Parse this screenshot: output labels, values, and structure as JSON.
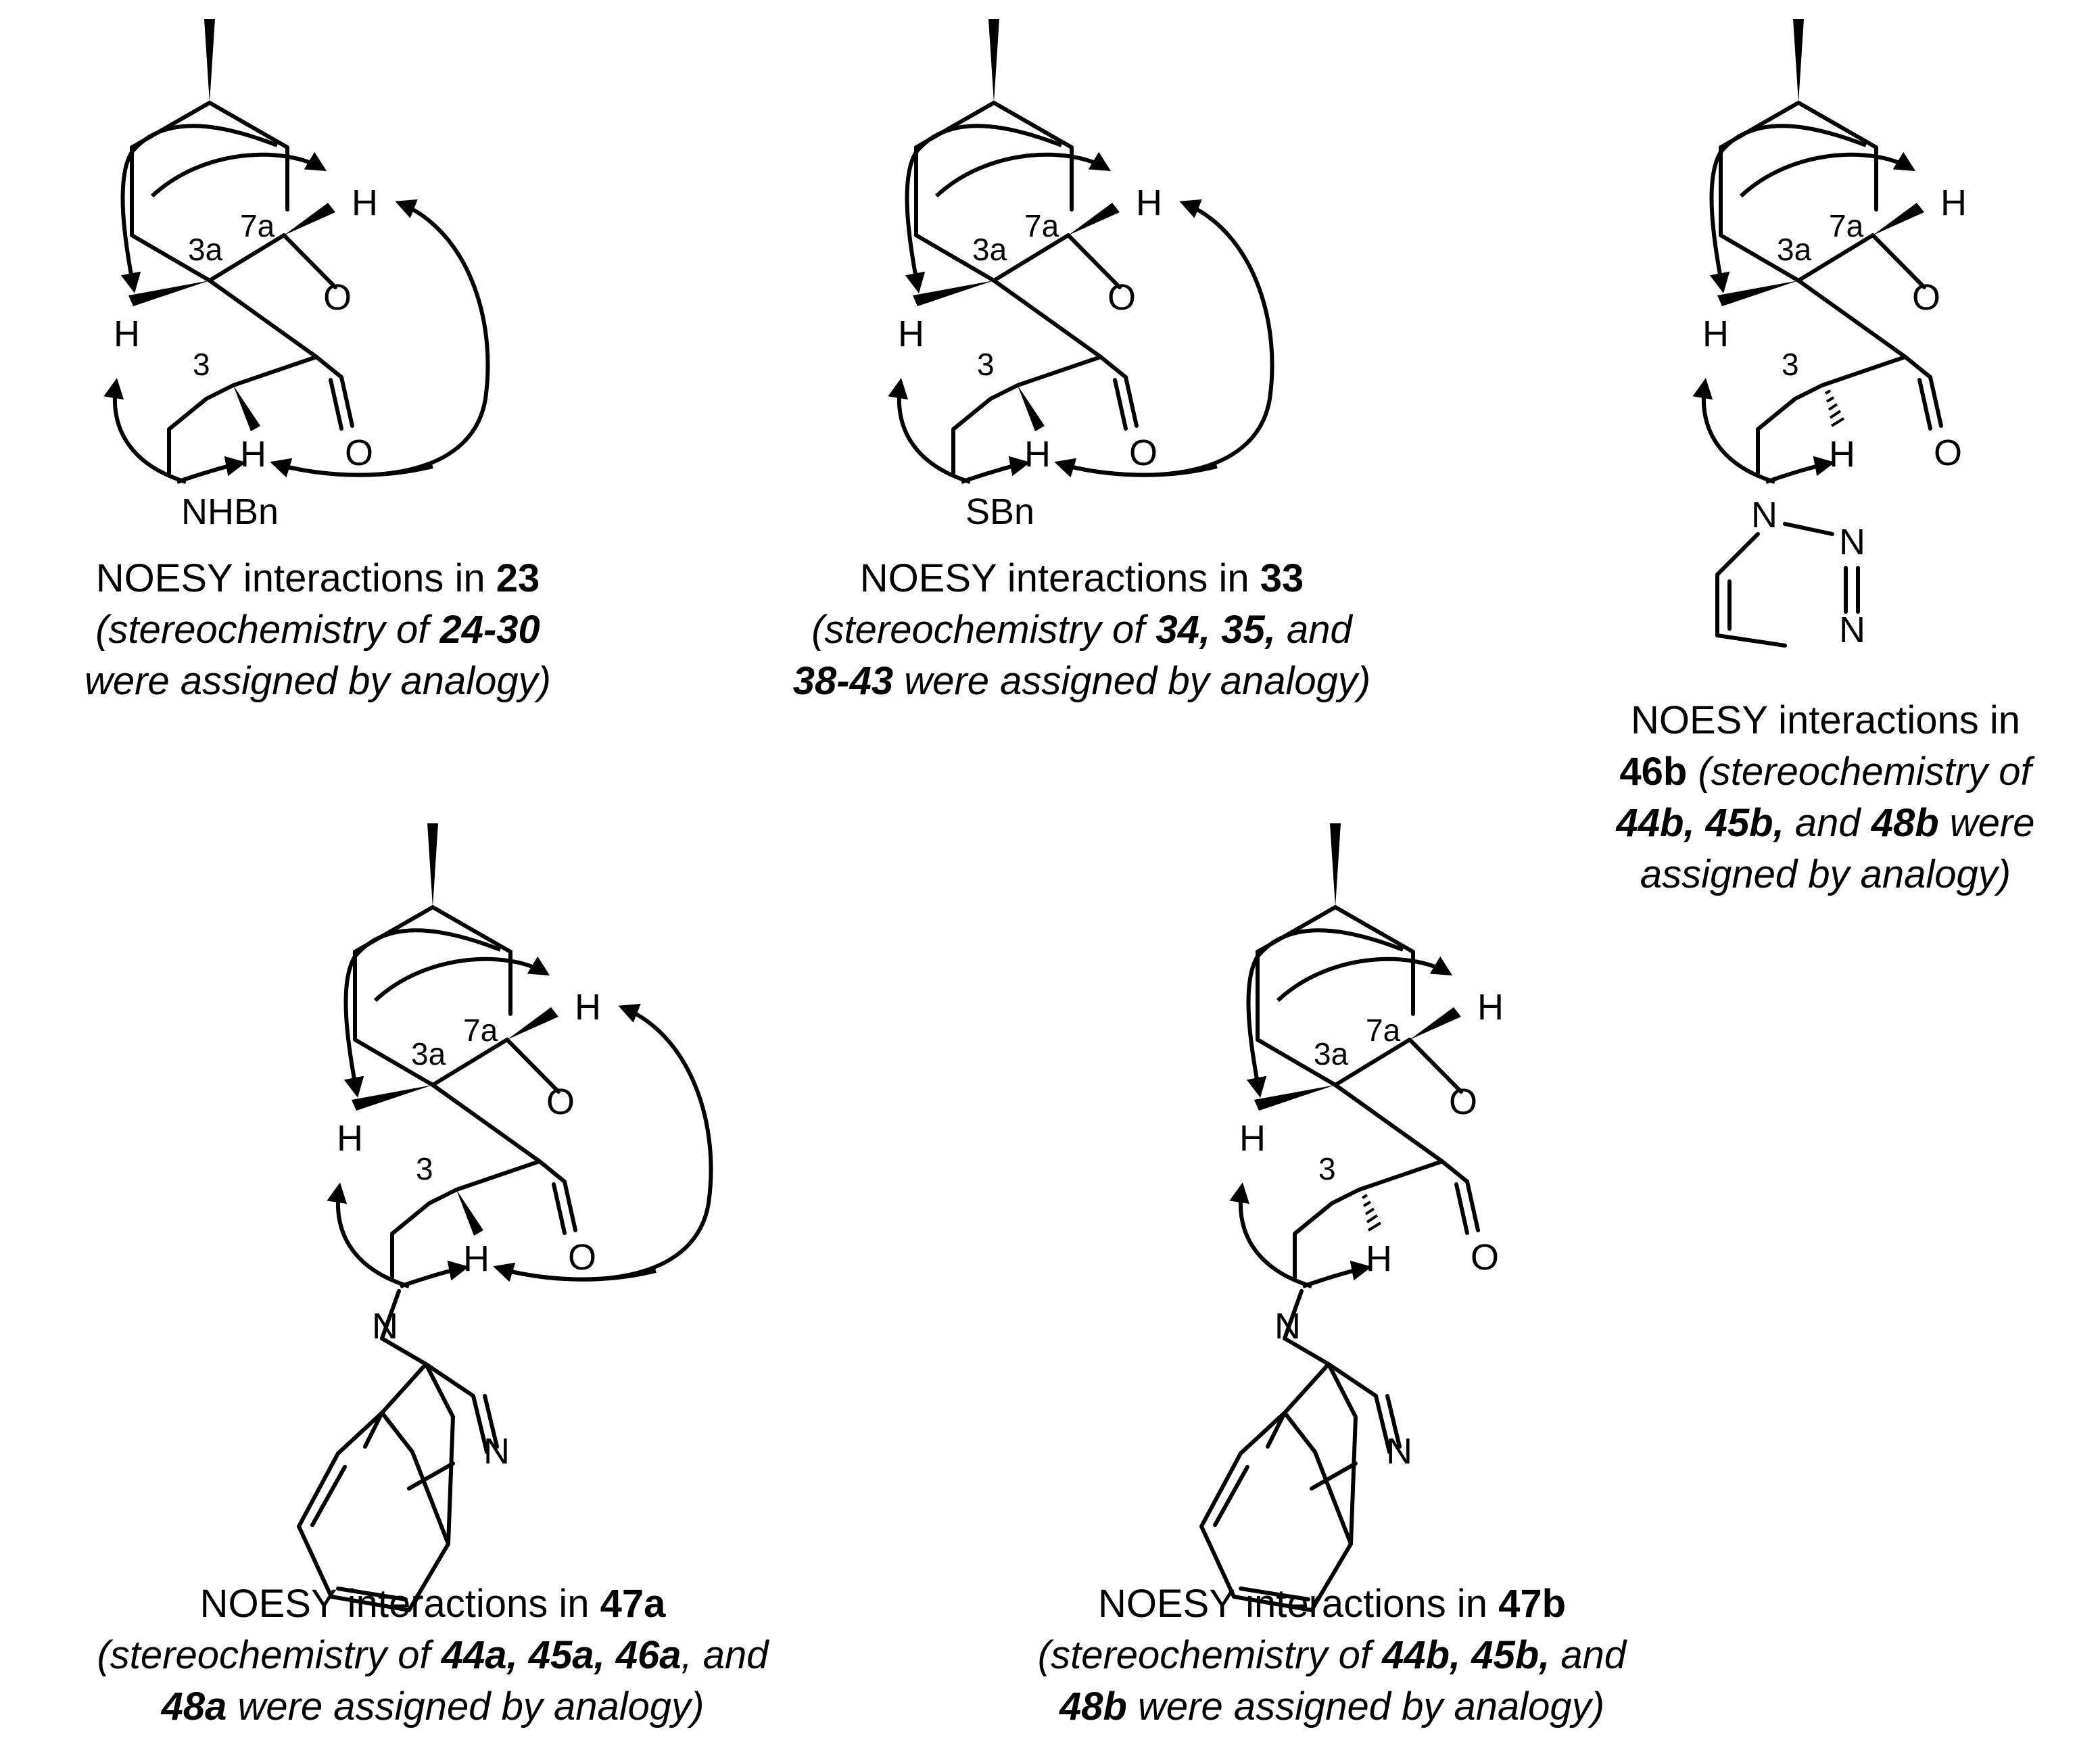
{
  "labels": {
    "h": "H",
    "o": "O",
    "n": "N",
    "loc_7a": "7a",
    "loc_3a": "3a",
    "loc_3": "3"
  },
  "substituents": {
    "s23": "NHBn",
    "s33": "SBn"
  },
  "captions": {
    "c23": {
      "line1_pre": "NOESY interactions in ",
      "line1_num": "23",
      "line2_pre": "(stereochemistry of ",
      "line2_num": "24-30",
      "line3": "were assigned by analogy)"
    },
    "c33": {
      "line1_pre": "NOESY interactions in ",
      "line1_num": "33",
      "line2_pre": "(stereochemistry of ",
      "line2_num": "34, 35,",
      "line2_post": " and",
      "line3_num": "38-43",
      "line3_post": " were assigned by analogy)"
    },
    "c46b": {
      "line1": "NOESY interactions in",
      "line2_num": "46b",
      "line2_post": " (stereochemistry of",
      "line3_num": "44b, 45b,",
      "line3_mid": " and ",
      "line3_num2": "48b",
      "line3_post": " were",
      "line4": "assigned by analogy)"
    },
    "c47a": {
      "line1_pre": "NOESY interactions in ",
      "line1_num": "47a",
      "line2_pre": "(stereochemistry of ",
      "line2_num": "44a, 45a, 46a",
      "line2_post": ", and",
      "line3_num": "48a",
      "line3_post": " were assigned by analogy)"
    },
    "c47b": {
      "line1_pre": "NOESY interactions in ",
      "line1_num": "47b",
      "line2_pre": "(stereochemistry of ",
      "line2_num": "44b, 45b,",
      "line2_post": " and",
      "line3_num": "48b",
      "line3_post": " were assigned by analogy)"
    }
  }
}
